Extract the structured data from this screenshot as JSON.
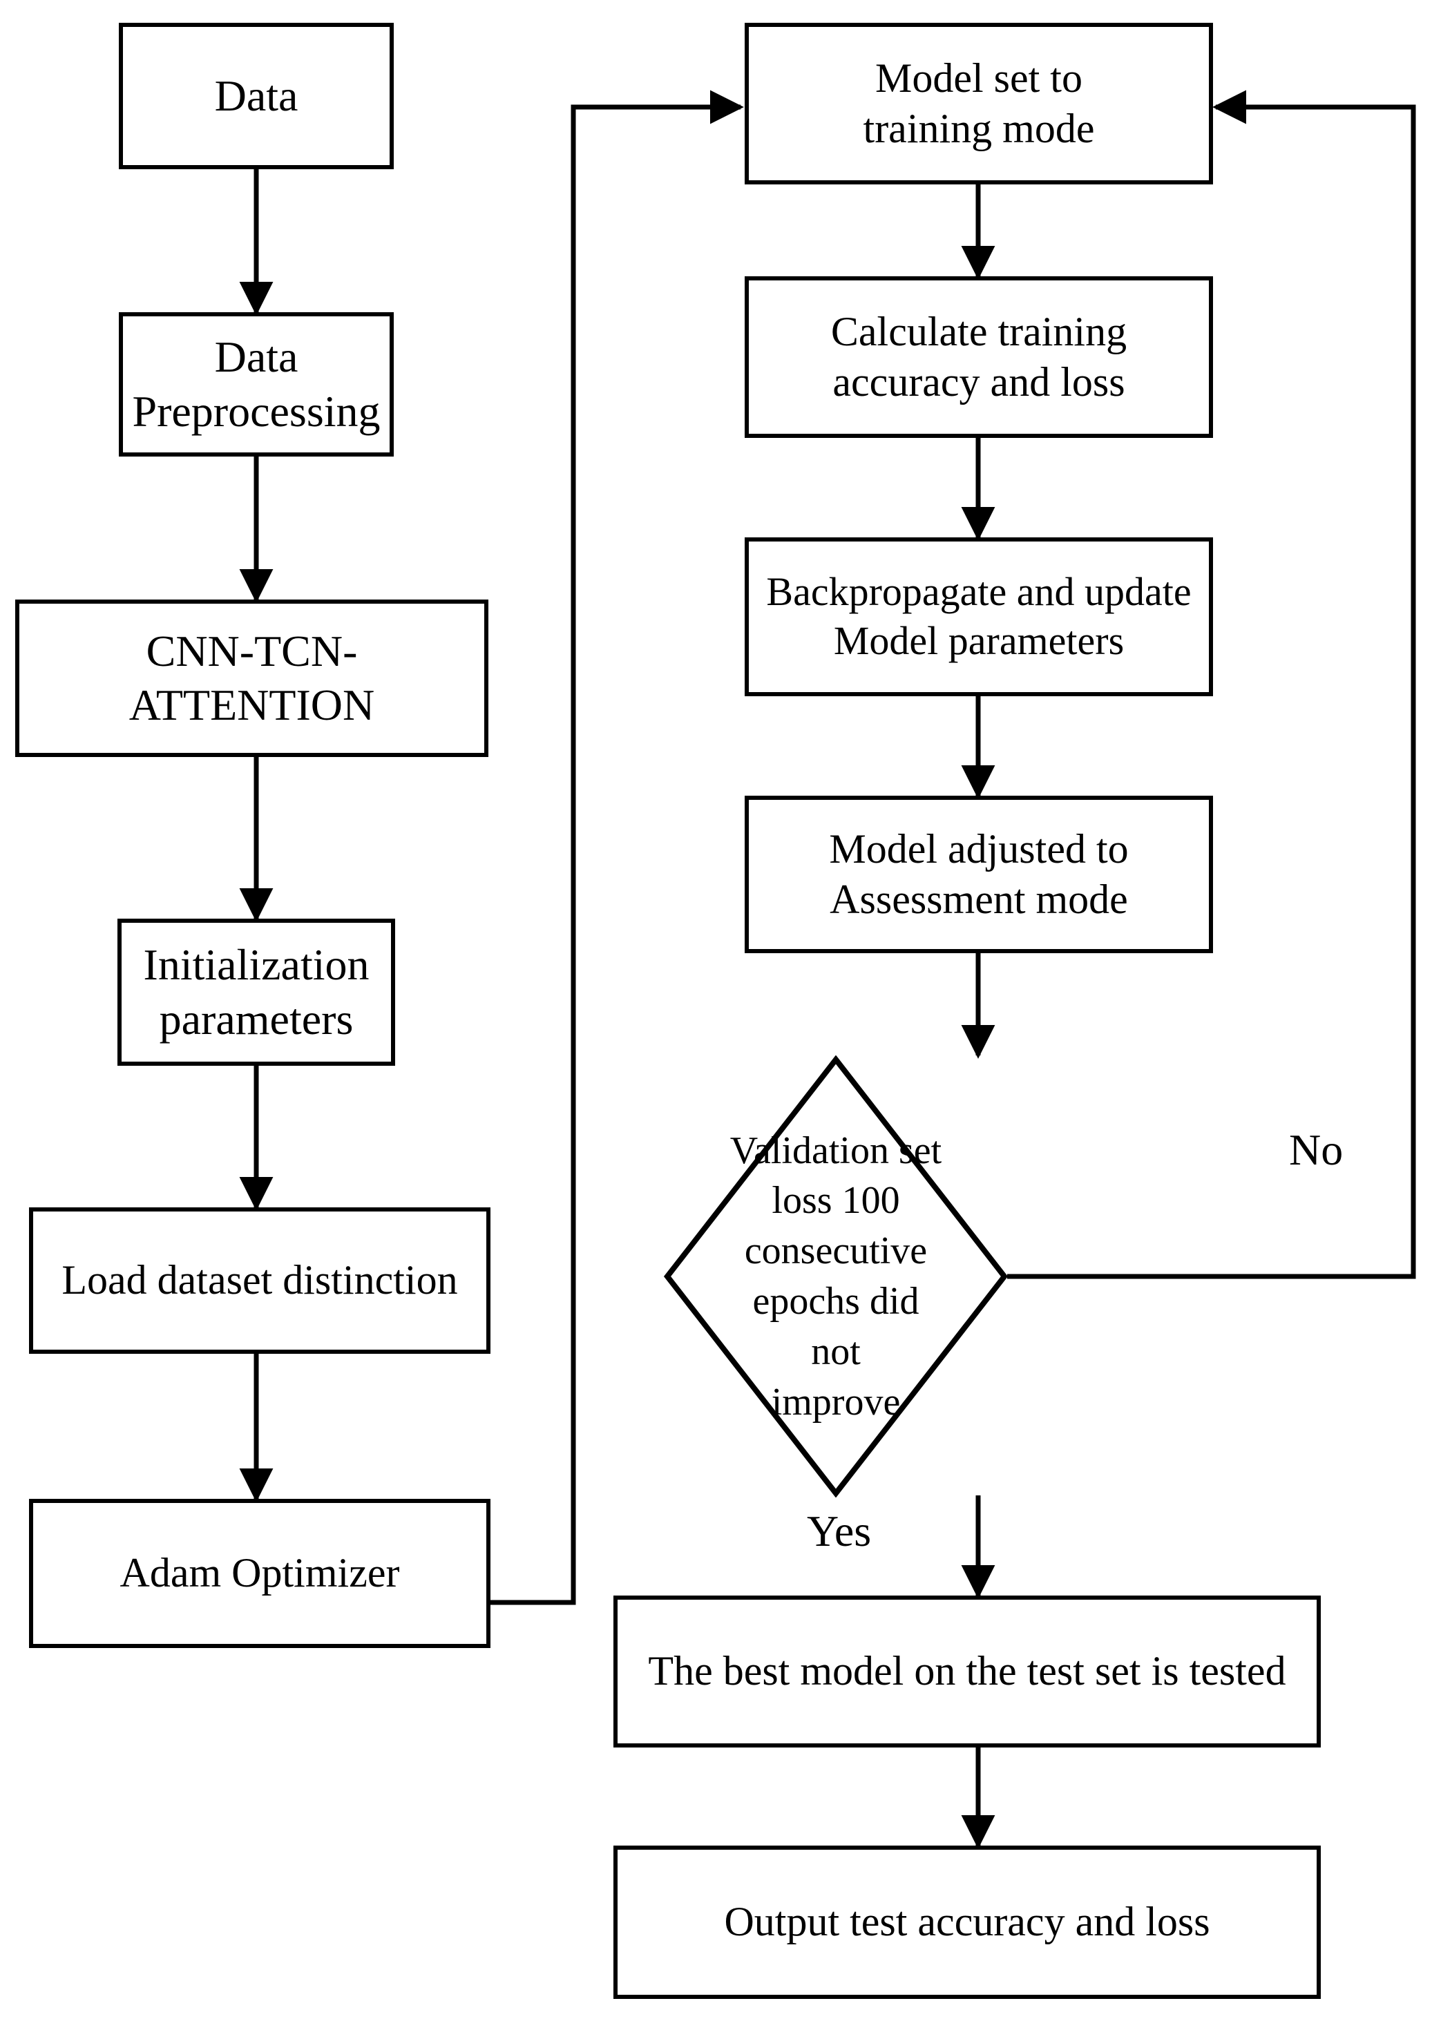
{
  "diagram": {
    "title": "Model training and evaluation flowchart",
    "stroke_color": "#000000",
    "background_color": "#ffffff",
    "left_column": [
      {
        "id": "data",
        "label": "Data"
      },
      {
        "id": "data-preprocessing",
        "label": "Data\nPreprocessing"
      },
      {
        "id": "cnn-tcn-attention",
        "label": "CNN-TCN-ATTENTION"
      },
      {
        "id": "initialization-parameters",
        "label": "Initialization\nparameters"
      },
      {
        "id": "load-dataset-distinction",
        "label": "Load dataset distinction"
      },
      {
        "id": "adam-optimizer",
        "label": "Adam Optimizer"
      }
    ],
    "right_column": [
      {
        "id": "model-set-training-mode",
        "label": "Model set to\ntraining mode"
      },
      {
        "id": "calculate-training-accuracy-loss",
        "label": "Calculate training\naccuracy and loss"
      },
      {
        "id": "backpropagate-update-parameters",
        "label": "Backpropagate and update\nModel parameters"
      },
      {
        "id": "model-adjusted-assessment-mode",
        "label": "Model adjusted to\nAssessment mode"
      },
      {
        "id": "best-model-test-set-tested",
        "label": "The best model on the test set is tested"
      },
      {
        "id": "output-test-accuracy-loss",
        "label": "Output test accuracy and loss"
      }
    ],
    "decision": {
      "id": "validation-loss-decision",
      "label": "Validation set\nloss 100\nconsecutive\nepochs did not\nimprove"
    },
    "edge_labels": {
      "no": "No",
      "yes": "Yes"
    }
  }
}
